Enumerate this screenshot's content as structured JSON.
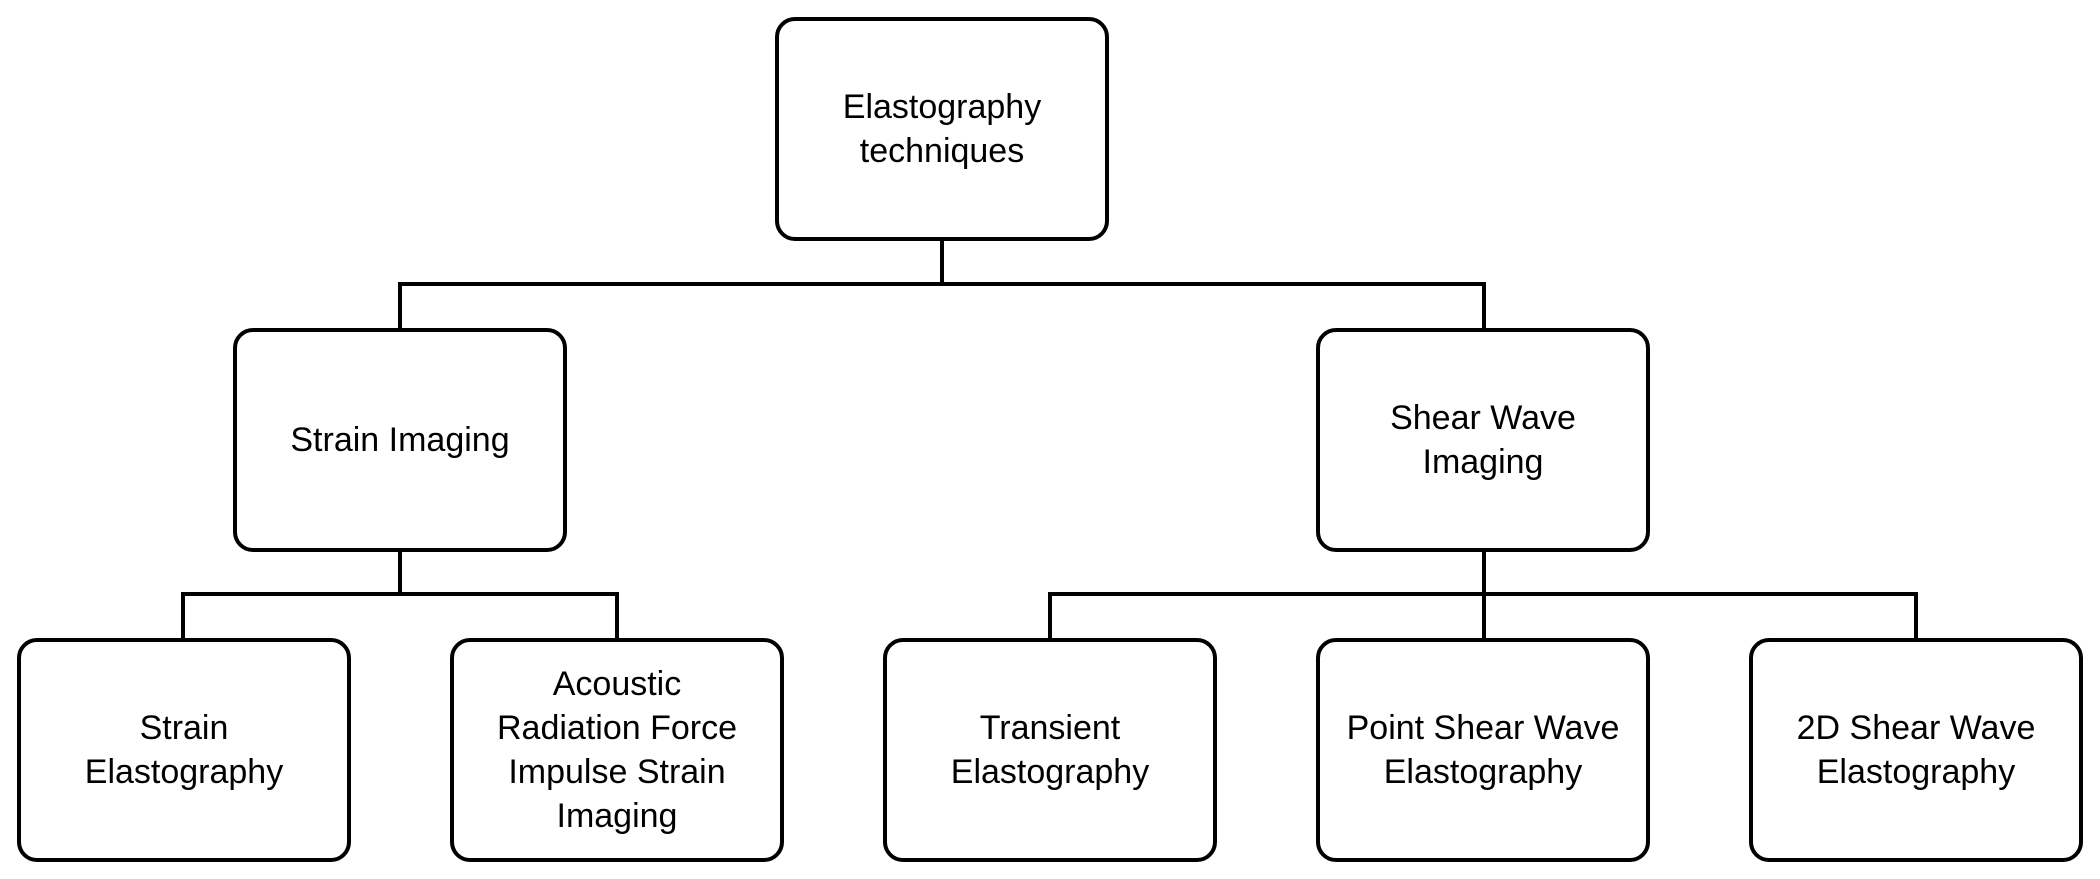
{
  "diagram": {
    "type": "hierarchy",
    "root": {
      "label": "Elastography\ntechniques",
      "children": [
        {
          "label": "Strain Imaging",
          "children": [
            {
              "label": "Strain\nElastography"
            },
            {
              "label": "Acoustic\nRadiation Force\nImpulse Strain\nImaging"
            }
          ]
        },
        {
          "label": "Shear Wave\nImaging",
          "children": [
            {
              "label": "Transient\nElastography"
            },
            {
              "label": "Point Shear Wave\nElastography"
            },
            {
              "label": "2D Shear Wave\nElastography"
            }
          ]
        }
      ]
    },
    "style": {
      "border_color": "#000000",
      "background_color": "#ffffff",
      "text_color": "#000000"
    }
  }
}
